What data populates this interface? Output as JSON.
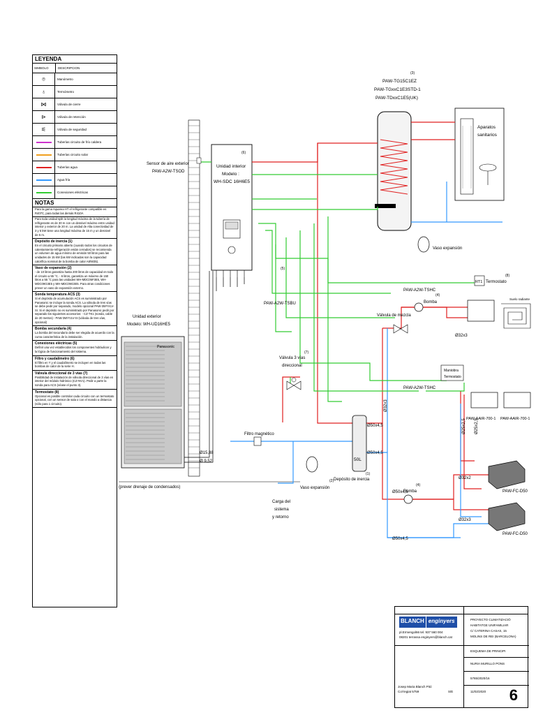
{
  "legend": {
    "title": "LEYENDA",
    "col_symbol": "SIMBOLO",
    "col_description": "DESCRIPCION",
    "items": [
      {
        "label": "Manómetro",
        "icon": "manometer-icon"
      },
      {
        "label": "Termómetro",
        "icon": "thermometer-icon"
      },
      {
        "label": "Válvula de cierre",
        "icon": "shutoff-valve-icon"
      },
      {
        "label": "Válvula de retención",
        "icon": "check-valve-icon"
      },
      {
        "label": "Válvula de seguridad",
        "icon": "safety-valve-icon"
      },
      {
        "label": "Tuberías circuito de frío caldera",
        "color": "#cc33cc"
      },
      {
        "label": "Tuberías circuito solar",
        "color": "#f0a020"
      },
      {
        "label": "Tuberías agua",
        "color": "#e02020"
      },
      {
        "label": "Agua fría",
        "color": "#3399ff"
      },
      {
        "label": "Conexiones eléctricas",
        "color": "#33cc33"
      }
    ]
  },
  "notes": {
    "title": "NOTAS",
    "intro": [
      "Para la gama Aquarea HT el refrigerante compatible es R407C, para todas las demás R410A",
      "Para toda unidad split la longitud máxima de la tubería de refrigerante es de 30 m con un desnivel máximo entre unidad interior y exterior de 20 m. La unidad de Alta conectividad de 3 y 5 kW tiene una longitud máxima de 15 m y un desnivel de 5 m."
    ],
    "sections": [
      {
        "title": "Depósito de inercia (1)",
        "body": "En el circuito primario abierto (cuando todos los circuitos de calentamiento-refrigeración están cerrados) se recomienda un volumen de agua mínimo de emisión 50 litros para las unidades de 15 kW (las kW indicadas son la capacidad calorífica nominal de la bomba de calor A8/W35)."
      },
      {
        "title": "Vaso de expansión (2)",
        "body": "- de 10 litros garantiza hasta 200 litros de capacidad en todo el circuito a 55 °C. - 6 litros, garantiza un máximo de 150 litros a 55 °C para las unidades WH-MDC05F3E5, WH-MDC09G3E5 y WH-MDC09G3E5. Para otras condiciones prever un vaso de expansión externo."
      },
      {
        "title": "Sonda temperatura ACS (3)",
        "body": "Si el depósito de acumulación ACS es suministrado por Panasonic se incluye la sonda ACS. La válvula de tres vías se debe pedir por separado, modelo opcional PAW-3WYVLV-SI. Si el depósito no es suministrado por Panasonic pedir por separado los siguientes accesorios: - CZ-TK1 (sonda, cable de 20 metros) - PAW-3WYVLV-SI (válvula de tres vías, opcional)"
      },
      {
        "title": "Bomba secundaria (4)",
        "body": "La bomba del secundario debe ser elegida de acuerdo con la curva característica de la instalación."
      },
      {
        "title": "Conexiones eléctricas (5)",
        "body": "Definir una vez establecidos los componentes hidráulicos y la lógica de funcionamiento del sistema."
      },
      {
        "title": "Filtro y caudalímetro (6)",
        "body": "El filtro en Y y el caudalímetro se incluyen en todas las bombas de calor de la serie H."
      },
      {
        "title": "Válvula direccional de 3 vías (7)",
        "body": "Posibilidad de instalación de válvula direccional de 3 vías en interior del módulo hidrónico (CZ-NV1). Pedir a parte la sonda para ACS (véase el punto 3)."
      },
      {
        "title": "Termostato (8)",
        "body": "Opcional es posible controlar cada circuito con un termostato opcional, con un sensor de sala o con el mando a distancia (sólo para 1 circuito)."
      }
    ]
  },
  "diagram": {
    "tank_models": [
      "PAW-TG15C1EZ",
      "PAW-TGxxC1E3STD-1",
      "PAW-TDxxC1E5(UK)"
    ],
    "tank_note": "(3)",
    "sanitary_label": [
      "Aparatos",
      "sanitarios"
    ],
    "sensor_label": [
      "Sensor de aire exterior",
      "PAW-A2W-TSOD"
    ],
    "indoor_unit": [
      "Unidad interior",
      "Modelo :",
      "WH-SDC 16H6E5"
    ],
    "indoor_note": "(6)",
    "outdoor_unit": [
      "Unidad exterior",
      "Modelo: WH-UD16HE5"
    ],
    "pipe_sizes": [
      "Ø15,88",
      "Ø 9,52"
    ],
    "condensate": "(prever drenaje de condensados)",
    "note5": "(5)",
    "vaso_exp_top": "Vaso expansión",
    "thermostat": {
      "code": "RT1",
      "label": "Termostato",
      "note": "(8)"
    },
    "sensor_tshc": "PAW-A2W-TSHC",
    "sensor_tsbu": "PAW-A2W-TSBU",
    "sensor_tshc2": "PAW-A2W-TSHC",
    "mixing_valve": "Válvula de mezcla",
    "pump_top": "Bomba",
    "pump_top_note": "(4)",
    "floor_label": "Suelo radiante",
    "valve3": [
      "Válvula 3 vías",
      "direccional"
    ],
    "valve3_note": "(7)",
    "pipe_32x3_a": "Ø32x3",
    "pipe_32x3_v": "Ø32x3",
    "maniobra": [
      "Maniobra",
      "Termostato"
    ],
    "aair1": "PAW-AAIR-700-1",
    "aair2": "PAW-AAIR-700-1",
    "pipe_25x25_1": "Ø25x2,5",
    "pipe_25x25_2": "Ø25x2,5",
    "pipe_50x45_1": "Ø50x4,5",
    "pipe_50x45_2": "Ø50x4,5",
    "pipe_50x45_3": "Ø50x4,5",
    "pipe_50x45_4": "Ø50x4,5",
    "filter": "Filtro magnético",
    "inertia_volume": "50L",
    "inertia_label": "Depósito de inercia",
    "inertia_note": "(1)",
    "pump_bottom": "Bomba",
    "pump_bottom_note": "(4)",
    "fill_label": [
      "Carga del",
      "sistema",
      "y retorno"
    ],
    "vaso_exp_bottom": "Vaso expansión",
    "vaso_exp_note": "(2)",
    "pipe_32x2": "Ø32x2",
    "pipe_32x3_b": "Ø32x3",
    "fancoil1": "PAW-FC-D50",
    "fancoil2": "PAW-FC-D50"
  },
  "titleblock": {
    "brand1": "BLANCH",
    "brand2": "enginyers",
    "address": [
      "pl.Ermengol66   tel. 937 560 004",
      "08201 terrassa   enginyers@blanch.cat"
    ],
    "project_lines": [
      "PROYECTO CLIMATIZACIÓ",
      "HABITATGE UNIFAMILIAR",
      "C/ CATERINA CASAS, 15",
      "MOLINS DE REI (BARCELONA)"
    ],
    "plan_title": "ESQUEMA DE PRINCIPI",
    "client": "NURIA MURILLO PONS",
    "ref": "5765/2020/16",
    "author": [
      "Josep Maria Blanch Pitó",
      "Col·legiat 5759"
    ],
    "scale": "S/E",
    "date": "11/02/2020",
    "sheet_no": "6"
  }
}
